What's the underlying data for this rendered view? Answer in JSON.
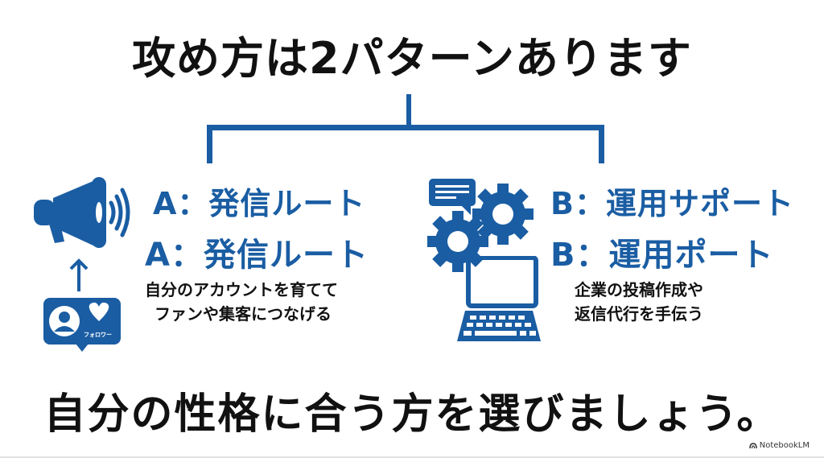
{
  "title": "攻め方は2パターンあります",
  "colors": {
    "accent": "#1a5da3",
    "text": "#111111",
    "background": "#ffffff"
  },
  "route_a": {
    "heading_1": "A：発信ルート",
    "heading_2": "A：発信ルート",
    "desc_line_1": "自分のアカウントを育てて",
    "desc_line_2": "ファンや集客につなげる",
    "icons": [
      "megaphone-icon",
      "arrow-up-icon",
      "follower-badge-icon"
    ],
    "follower_label": "フォロワー"
  },
  "route_b": {
    "heading_1": "B：運用サポート",
    "heading_2": "B：運用ポート",
    "desc_line_1": "企業の投稿作成や",
    "desc_line_2": "返信代行を手伝う",
    "icons": [
      "chat-bubble-icon",
      "gears-icon",
      "laptop-icon"
    ]
  },
  "conclusion": "自分の性格に合う方を選びましょう。",
  "brand": "NotebookLM"
}
